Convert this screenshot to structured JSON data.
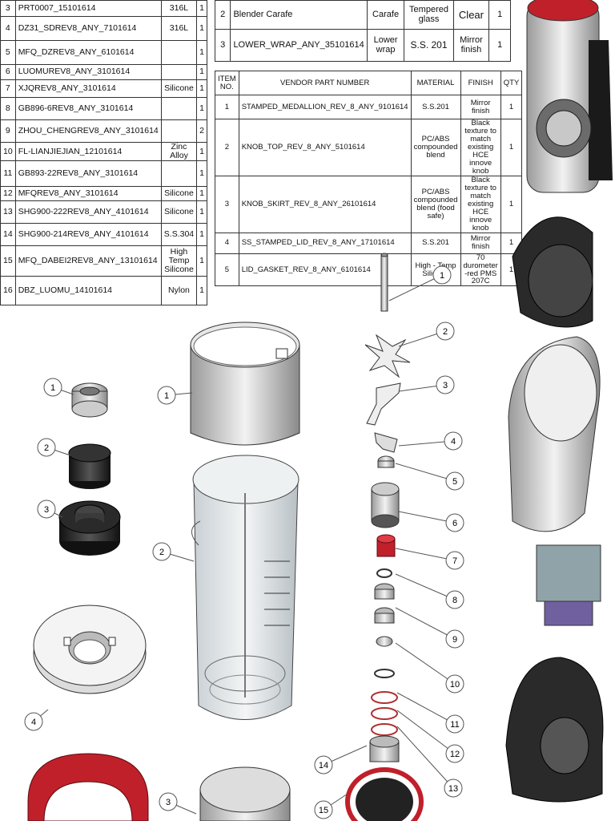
{
  "parts_table_left": {
    "rows": [
      {
        "no": "3",
        "part": "PRT0007_15101614",
        "material": "316L",
        "qty": "1"
      },
      {
        "no": "4",
        "part": "DZ31_SDREV8_ANY_7101614",
        "material": "316L",
        "qty": "1"
      },
      {
        "no": "5",
        "part": "MFQ_DZREV8_ANY_6101614",
        "material": "",
        "qty": "1"
      },
      {
        "no": "6",
        "part": "LUOMUREV8_ANY_3101614",
        "material": "",
        "qty": "1"
      },
      {
        "no": "7",
        "part": "XJQREV8_ANY_3101614",
        "material": "Silicone",
        "qty": "1"
      },
      {
        "no": "8",
        "part": "GB896-6REV8_ANY_3101614",
        "material": "",
        "qty": "1"
      },
      {
        "no": "9",
        "part": "ZHOU_CHENGREV8_ANY_3101614",
        "material": "",
        "qty": "2"
      },
      {
        "no": "10",
        "part": "FL-LIANJIEJIAN_12101614",
        "material": "Zinc Alloy",
        "qty": "1"
      },
      {
        "no": "11",
        "part": "GB893-22REV8_ANY_3101614",
        "material": "",
        "qty": "1"
      },
      {
        "no": "12",
        "part": "MFQREV8_ANY_3101614",
        "material": "Silicone",
        "qty": "1"
      },
      {
        "no": "13",
        "part": "SHG900-222REV8_ANY_4101614",
        "material": "Silicone",
        "qty": "1"
      },
      {
        "no": "14",
        "part": "SHG900-214REV8_ANY_4101614",
        "material": "S.S.304",
        "qty": "1"
      },
      {
        "no": "15",
        "part": "MFQ_DABEI2REV8_ANY_13101614",
        "material": "High Temp Silicone",
        "qty": "1"
      },
      {
        "no": "16",
        "part": "DBZ_LUOMU_14101614",
        "material": "Nylon",
        "qty": "1"
      }
    ]
  },
  "parts_table_top": {
    "rows": [
      {
        "no": "2",
        "part": "Blender Carafe",
        "name": "Carafe",
        "material": "Tempered glass",
        "finish": "Clear",
        "qty": "1"
      },
      {
        "no": "3",
        "part": "LOWER_WRAP_ANY_35101614",
        "name": "Lower wrap",
        "material": "S.S. 201",
        "finish": "Mirror finish",
        "qty": "1"
      }
    ]
  },
  "parts_table_lid": {
    "headers": {
      "item": "ITEM NO.",
      "part": "VENDOR PART NUMBER",
      "material": "MATERIAL",
      "finish": "FINISH",
      "qty": "QTY"
    },
    "rows": [
      {
        "no": "1",
        "part": "STAMPED_MEDALLION_REV_8_ANY_9101614",
        "material": "S.S.201",
        "finish": "Mirror finish",
        "qty": "1"
      },
      {
        "no": "2",
        "part": "KNOB_TOP_REV_8_ANY_5101614",
        "material": "PC/ABS compounded blend",
        "finish": "Black texture to match existing HCE innove knob",
        "qty": "1"
      },
      {
        "no": "3",
        "part": "KNOB_SKIRT_REV_8_ANY_26101614",
        "material": "PC/ABS compounded blend (food safe)",
        "finish": "Black texture to match existing HCE innove knob",
        "qty": "1"
      },
      {
        "no": "4",
        "part": "SS_STAMPED_LID_REV_8_ANY_17101614",
        "material": "S.S.201",
        "finish": "Mirror finish",
        "qty": "1"
      },
      {
        "no": "5",
        "part": "LID_GASKET_REV_8_ANY_6101614",
        "material": "High - Temp Silicone",
        "finish": "70 durometer -red PMS 207C",
        "qty": "1"
      }
    ]
  },
  "callouts": {
    "lid": [
      "1",
      "2",
      "3",
      "4",
      "5"
    ],
    "carafe": [
      "1",
      "2",
      "3"
    ],
    "blade": [
      "1",
      "2",
      "3",
      "4",
      "5",
      "6",
      "7",
      "8",
      "9",
      "10",
      "11",
      "12",
      "13",
      "14",
      "15"
    ]
  },
  "colors": {
    "accent_red": "#c0202a",
    "dark_part": "#2a2a2a",
    "line": "#333333",
    "glass": "#d8dfe3"
  }
}
